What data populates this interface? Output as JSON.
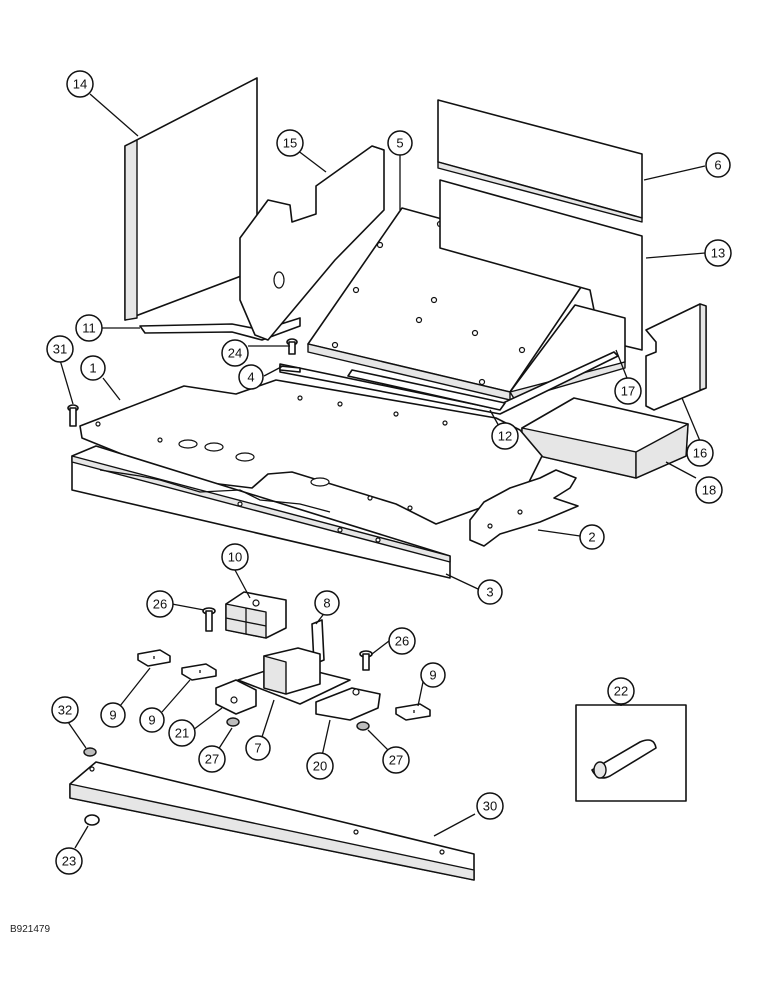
{
  "diagram": {
    "drawing_code": "B921479",
    "callouts": [
      {
        "label": "14"
      },
      {
        "label": "15"
      },
      {
        "label": "5"
      },
      {
        "label": "6"
      },
      {
        "label": "13"
      },
      {
        "label": "11"
      },
      {
        "label": "31"
      },
      {
        "label": "1"
      },
      {
        "label": "24"
      },
      {
        "label": "4"
      },
      {
        "label": "17"
      },
      {
        "label": "12"
      },
      {
        "label": "16"
      },
      {
        "label": "18"
      },
      {
        "label": "2"
      },
      {
        "label": "3"
      },
      {
        "label": "10"
      },
      {
        "label": "26"
      },
      {
        "label": "8"
      },
      {
        "label": "26"
      },
      {
        "label": "9"
      },
      {
        "label": "9"
      },
      {
        "label": "9"
      },
      {
        "label": "21"
      },
      {
        "label": "7"
      },
      {
        "label": "27"
      },
      {
        "label": "20"
      },
      {
        "label": "27"
      },
      {
        "label": "32"
      },
      {
        "label": "22"
      },
      {
        "label": "30"
      },
      {
        "label": "23"
      }
    ]
  }
}
